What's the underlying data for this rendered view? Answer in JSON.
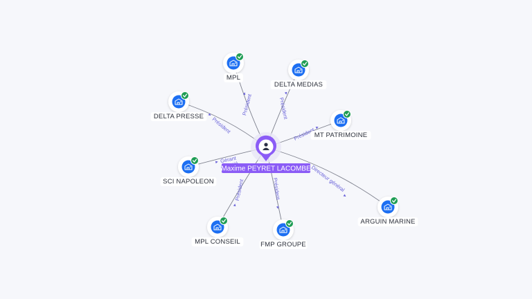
{
  "center_person": {
    "name": "Maxime PEYRET LACOMBE",
    "icon": "person-icon",
    "color": "#8b5cf6"
  },
  "colors": {
    "company_icon_bg": "#1d6ff2",
    "verified_badge": "#1f9d55",
    "edge_label": "#6a63d9",
    "edge_line": "#7c7f8c"
  },
  "companies": [
    {
      "name": "MPL",
      "role": "Président",
      "icon": "building-icon",
      "verified": true
    },
    {
      "name": "DELTA MEDIAS",
      "role": "Président",
      "icon": "building-icon",
      "verified": true
    },
    {
      "name": "DELTA PRESSE",
      "role": "Président",
      "icon": "building-icon",
      "verified": true
    },
    {
      "name": "MT PATRIMOINE",
      "role": "Président",
      "icon": "building-icon",
      "verified": true
    },
    {
      "name": "SCI NAPOLEON",
      "role": "Gérant associé",
      "role_lines": [
        "Gérant",
        "associé"
      ],
      "icon": "building-icon",
      "verified": true
    },
    {
      "name": "MPL CONSEIL",
      "role": "Président",
      "icon": "building-icon",
      "verified": true
    },
    {
      "name": "FMP GROUPE",
      "role": "Président",
      "icon": "building-icon",
      "verified": true
    },
    {
      "name": "ARGUIN MARINE",
      "role": "Directeur général",
      "icon": "building-icon",
      "verified": true
    }
  ]
}
